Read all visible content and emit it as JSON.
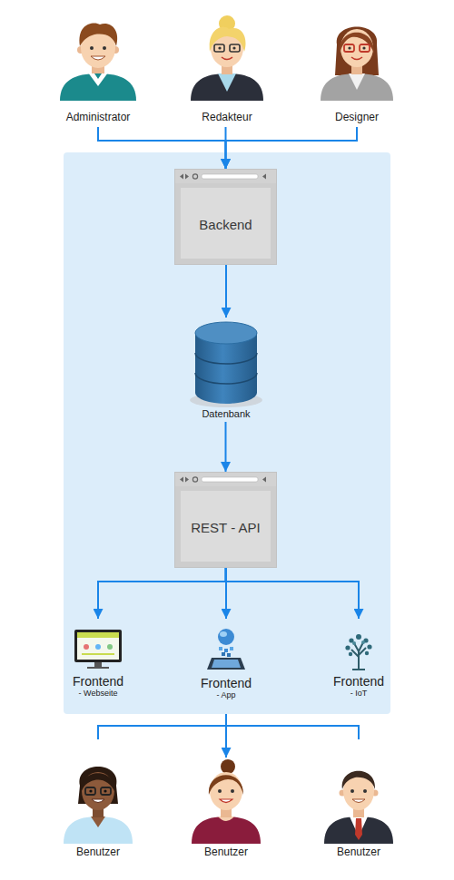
{
  "diagram": {
    "nodes": [
      {
        "text": [
          "Administrator"
        ]
      },
      {
        "text": [
          "Redakteur"
        ]
      },
      {
        "text": [
          "Designer"
        ]
      },
      {
        "text": [
          "Backend"
        ]
      },
      {
        "text": [
          "Datenbank"
        ]
      },
      {
        "text": [
          "REST - API"
        ]
      },
      {
        "text": [
          "Frontend",
          "- Webseite"
        ]
      },
      {
        "text": [
          "Frontend",
          "- App"
        ]
      },
      {
        "text": [
          "Frontend",
          "- IoT"
        ]
      },
      {
        "text": [
          "Benutzer"
        ]
      },
      {
        "text": [
          "Benutzer"
        ]
      },
      {
        "text": [
          "Benutzer"
        ]
      }
    ],
    "edges": [
      {
        "from": 0,
        "to": 3,
        "arrow": "to"
      },
      {
        "from": 1,
        "to": 3,
        "arrow": "to"
      },
      {
        "from": 2,
        "to": 3,
        "arrow": "to"
      },
      {
        "from": 3,
        "to": 4,
        "arrow": "to"
      },
      {
        "from": 4,
        "to": 5,
        "arrow": "to"
      },
      {
        "from": 5,
        "to": 6,
        "arrow": "to"
      },
      {
        "from": 5,
        "to": 7,
        "arrow": "to"
      },
      {
        "from": 5,
        "to": 8,
        "arrow": "to"
      }
    ]
  }
}
